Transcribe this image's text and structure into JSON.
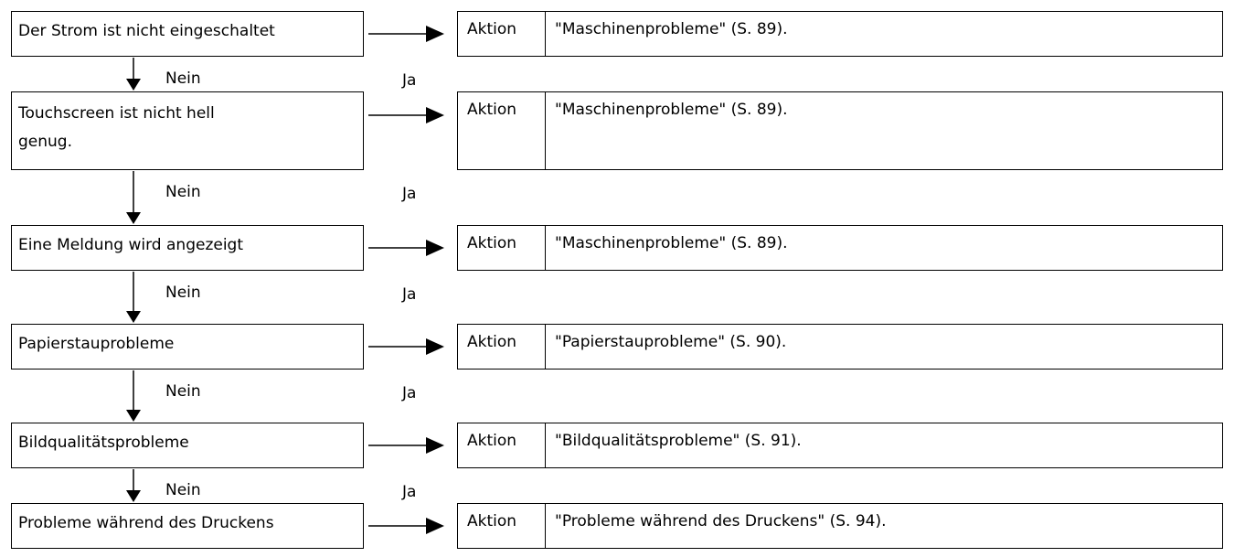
{
  "steps": [
    {
      "condition": "Der Strom ist nicht eingeschaltet",
      "action_label": "Aktion",
      "action_ref": "\"Maschinenprobleme\" (S. 89)."
    },
    {
      "condition": "Touchscreen ist nicht hell genug.",
      "action_label": "Aktion",
      "action_ref": "\"Maschinenprobleme\" (S. 89)."
    },
    {
      "condition": "Eine Meldung wird angezeigt",
      "action_label": "Aktion",
      "action_ref": "\"Maschinenprobleme\" (S. 89)."
    },
    {
      "condition": "Papierstauprobleme",
      "action_label": "Aktion",
      "action_ref": "\"Papierstauprobleme\" (S. 90)."
    },
    {
      "condition": "Bildqualitätsprobleme",
      "action_label": "Aktion",
      "action_ref": "\"Bildqualitätsprobleme\" (S. 91)."
    },
    {
      "condition": "Probleme während des Druckens",
      "action_label": "Aktion",
      "action_ref": "\"Probleme während des Druckens\" (S. 94)."
    }
  ],
  "labels": {
    "no": "Nein",
    "yes": "Ja"
  }
}
